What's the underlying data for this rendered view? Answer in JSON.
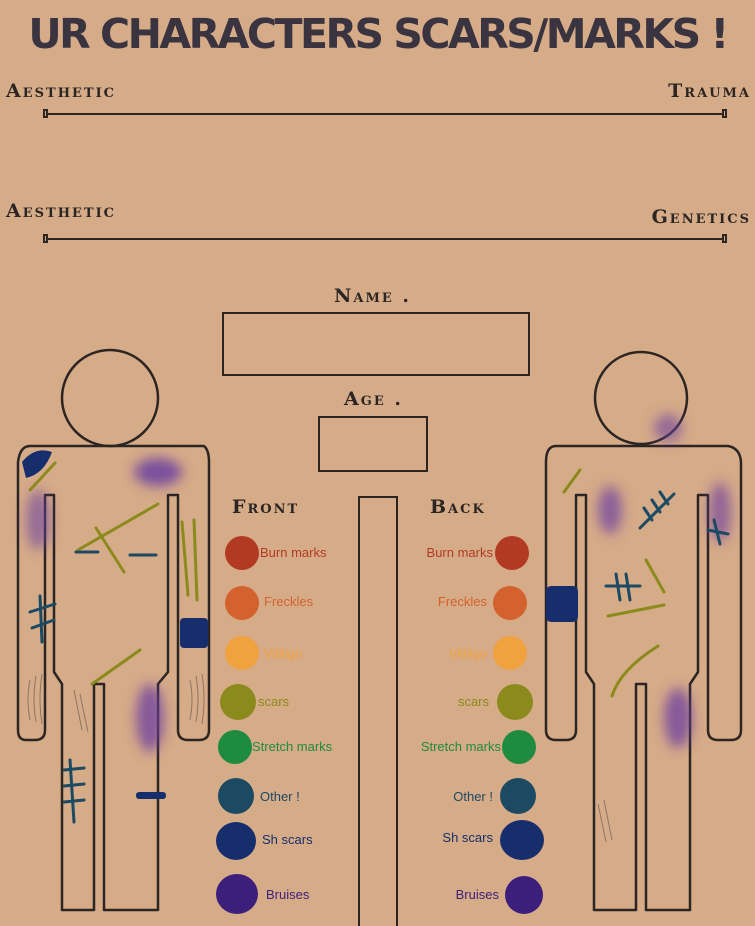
{
  "title": "UR CHARACTERS SCARS/MARKS !",
  "scales": [
    {
      "left": "Aesthetic",
      "right": "Trauma"
    },
    {
      "left": "Aesthetic",
      "right": "Genetics"
    }
  ],
  "form": {
    "name_label": "Name .",
    "age_label": "Age ."
  },
  "figures": {
    "front_label": "Front",
    "back_label": "Back"
  },
  "legend": [
    {
      "label": "Burn marks",
      "color": "#b33a22"
    },
    {
      "label": "Freckles",
      "color": "#d4622e"
    },
    {
      "label": "Vitiligo",
      "color": "#f0a23e"
    },
    {
      "label": "scars",
      "color": "#8b8a1c"
    },
    {
      "label": "Stretch marks",
      "color": "#1f8b3f"
    },
    {
      "label": "Other !",
      "color": "#1c4a63"
    },
    {
      "label": "Sh scars",
      "color": "#162e6b"
    },
    {
      "label": "Bruises",
      "color": "#3c1f7a"
    }
  ],
  "colors": {
    "background": "#d6ab88",
    "ink": "#2b2523"
  }
}
